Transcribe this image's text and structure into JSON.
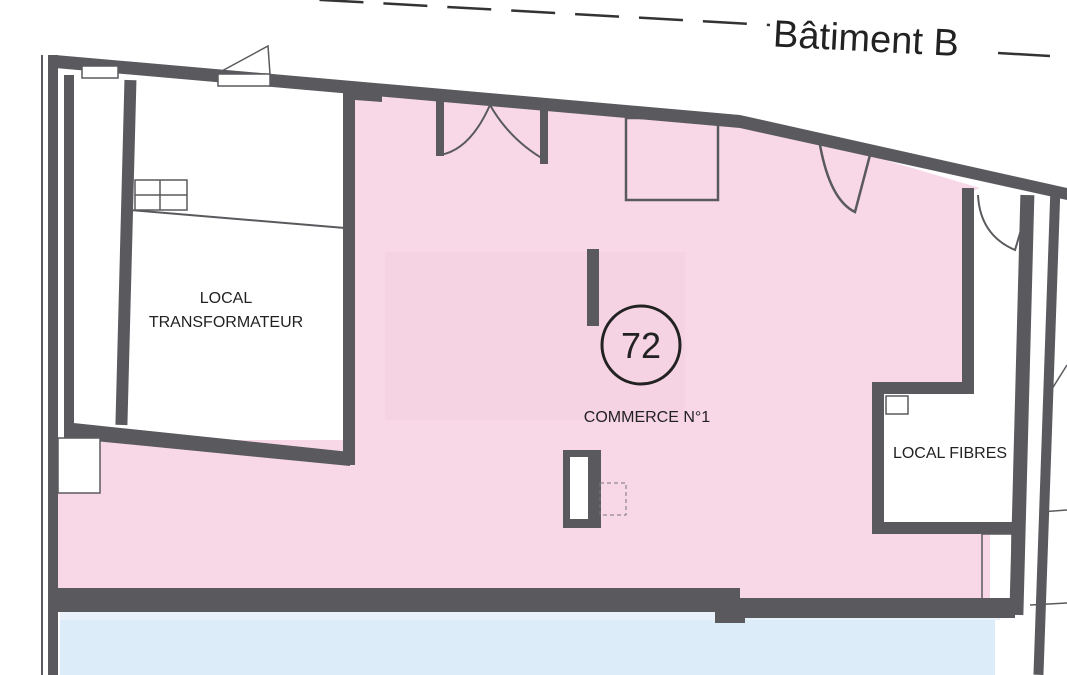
{
  "building_label": "Bâtiment B",
  "unit_number": "72",
  "rooms": {
    "transformer_line1": "LOCAL",
    "transformer_line2": "TRANSFORMATEUR",
    "commerce": "COMMERCE N°1",
    "fibres": "LOCAL FIBRES"
  },
  "colors": {
    "commerce_fill": "#f8d8e6",
    "adjacent_fill": "#dcecf8",
    "wall": "#5a5a5e",
    "background": "#ffffff"
  }
}
